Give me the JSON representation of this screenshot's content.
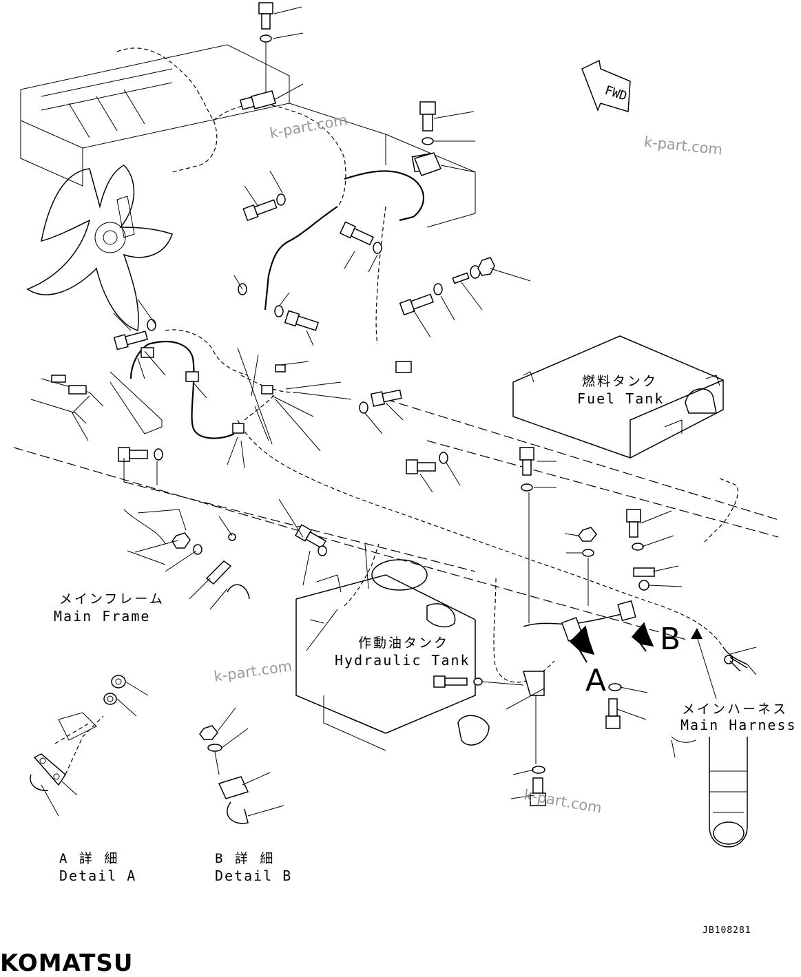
{
  "labels": {
    "fuel_tank_jp": "燃料タンク",
    "fuel_tank_en": "Fuel Tank",
    "main_frame_jp": "メインフレーム",
    "main_frame_en": "Main Frame",
    "hydraulic_tank_jp": "作動油タンク",
    "hydraulic_tank_en": "Hydraulic Tank",
    "main_harness_jp": "メインハーネス",
    "main_harness_en": "Main Harness",
    "detail_a_jp": "A 詳 細",
    "detail_a_en": "Detail A",
    "detail_b_jp": "B 詳 細",
    "detail_b_en": "Detail B",
    "fwd": "FWD",
    "callout_a": "A",
    "callout_b": "B"
  },
  "watermarks": [
    "k-part.com",
    "k-part.com",
    "k-part.com",
    "k-part.com"
  ],
  "drawing_code": "JB108281",
  "brand": "KOMATSU"
}
